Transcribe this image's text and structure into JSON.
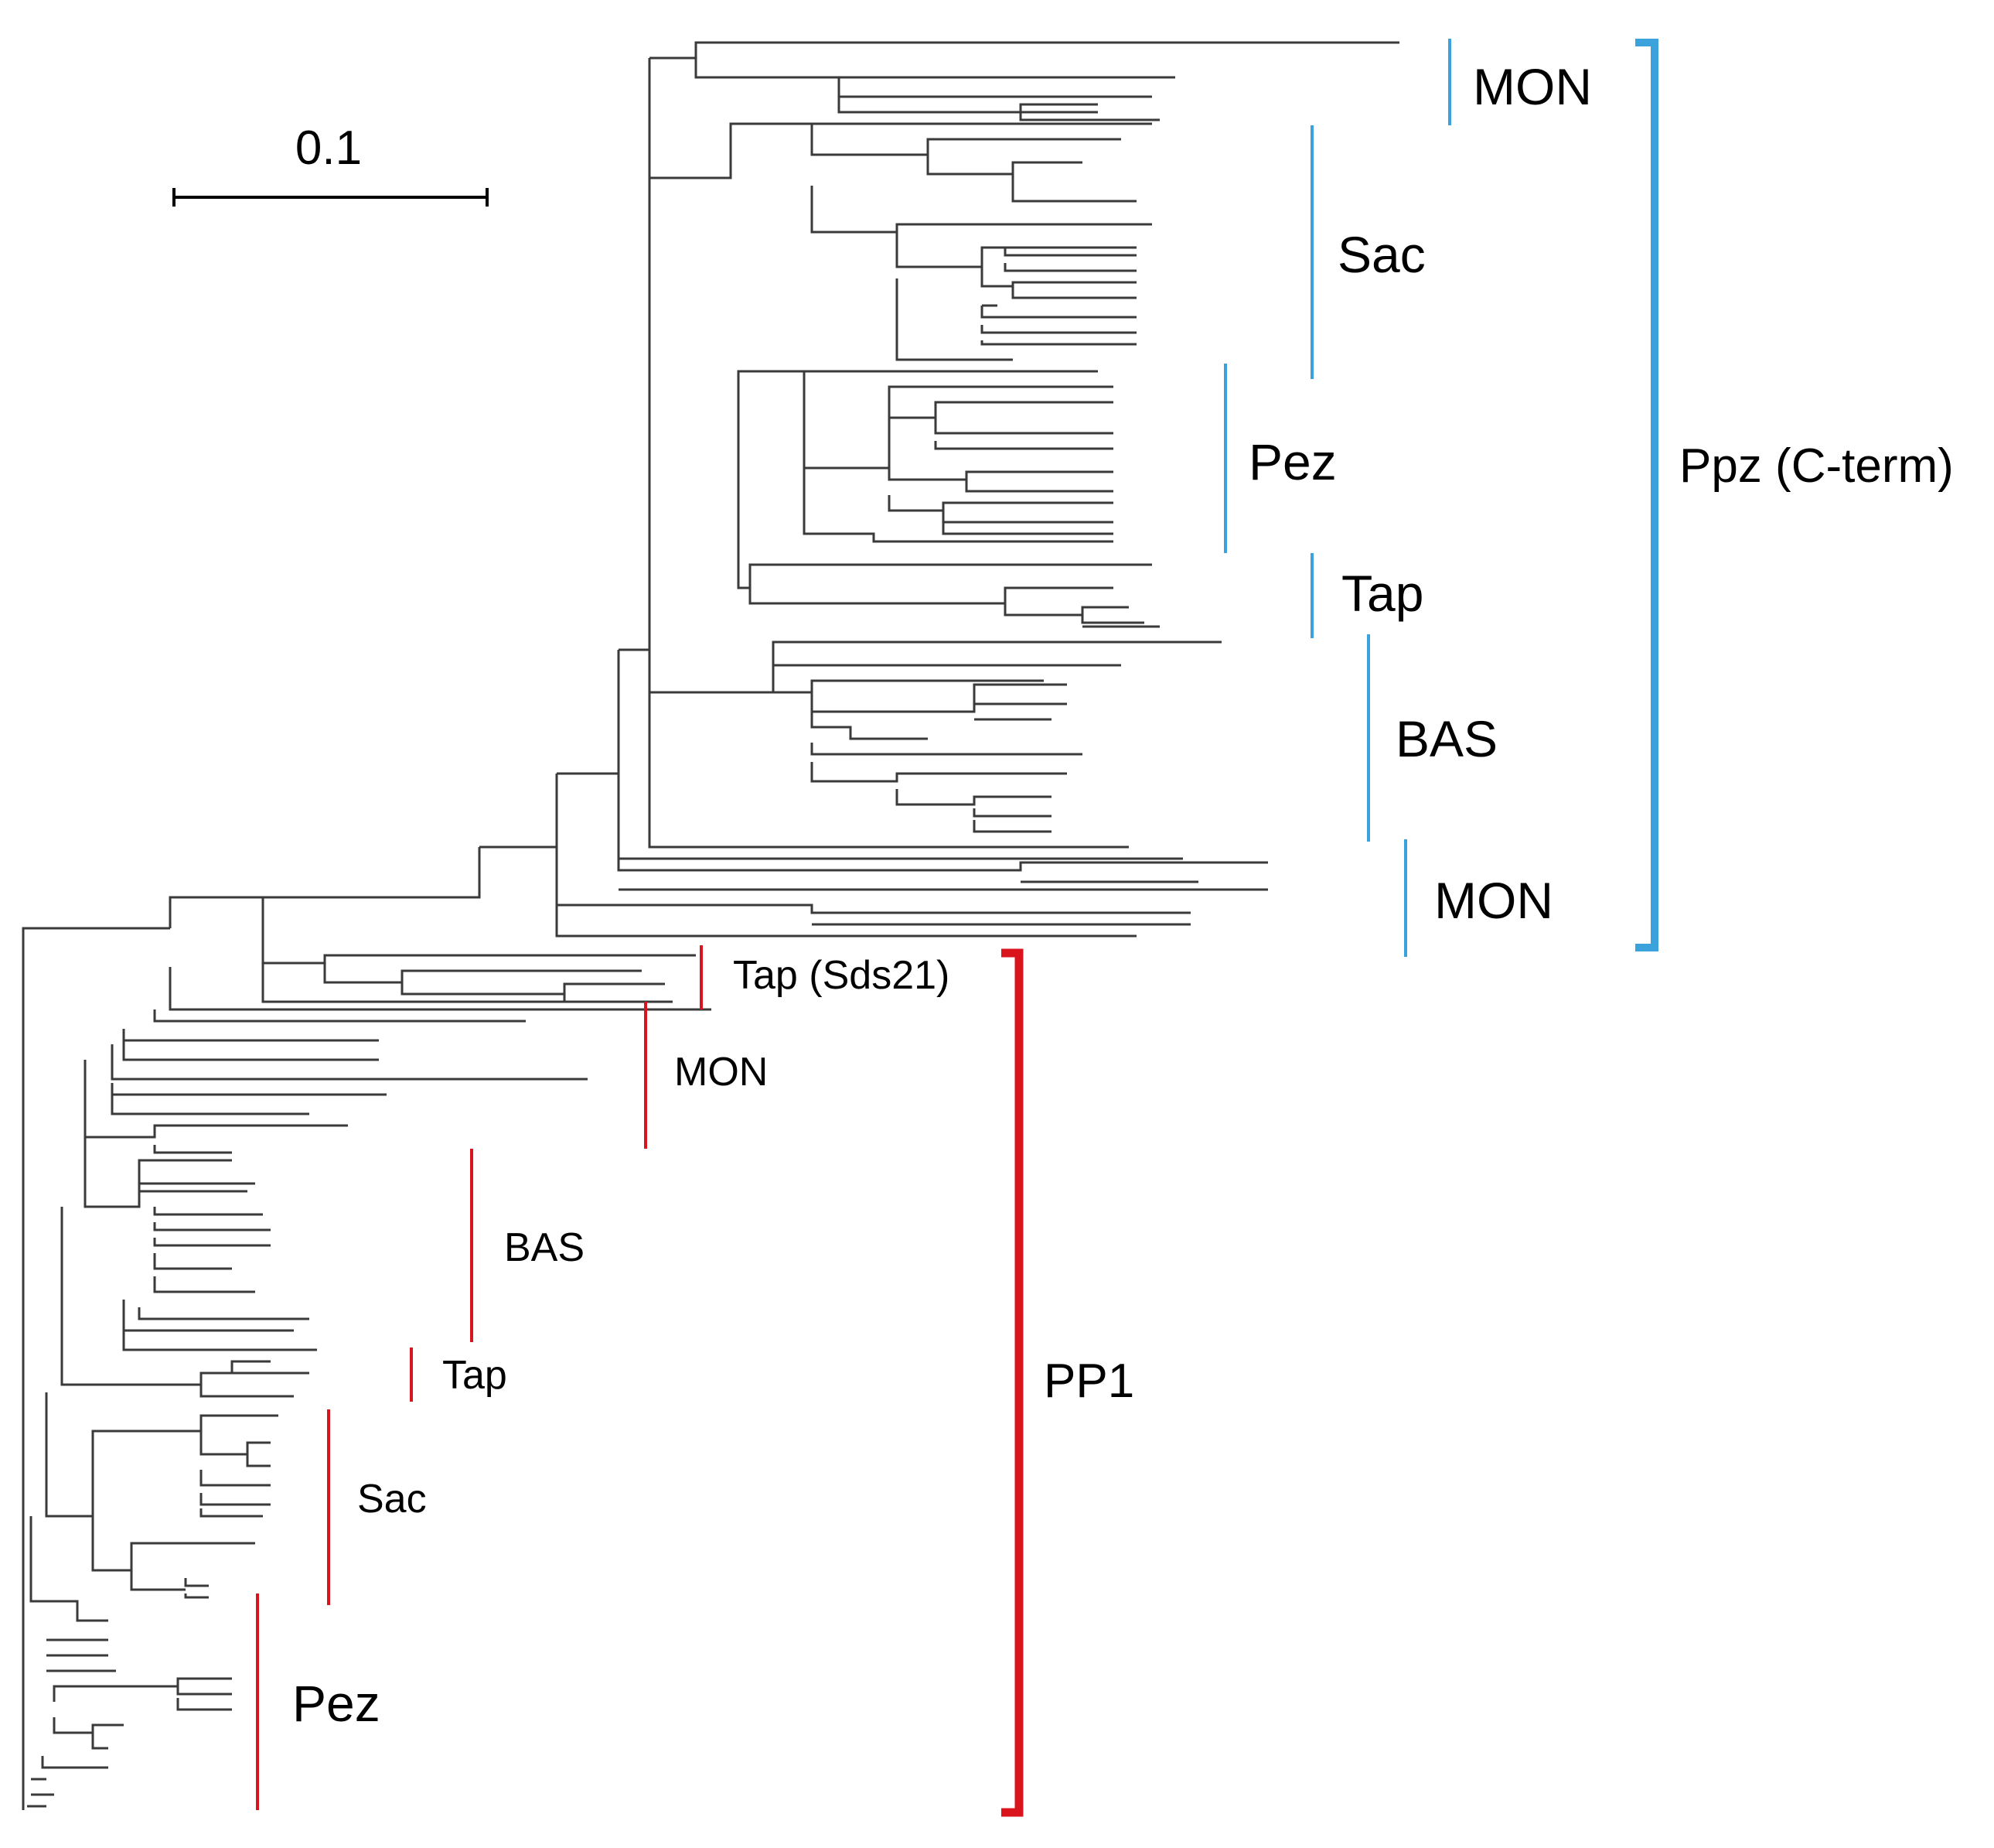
{
  "scale_bar": {
    "label": "0.1"
  },
  "colors": {
    "ppz": "#3BA2DC",
    "pp1": "#D9141C",
    "tree": "#3a3a3a"
  },
  "groups": {
    "ppz": {
      "label": "Ppz (C-term)",
      "clades": [
        {
          "label": "MON"
        },
        {
          "label": "Sac"
        },
        {
          "label": "Pez"
        },
        {
          "label": "Tap"
        },
        {
          "label": "BAS"
        },
        {
          "label": "MON"
        }
      ]
    },
    "pp1": {
      "label": "PP1",
      "clades": [
        {
          "label": "Tap (Sds21)"
        },
        {
          "label": "MON"
        },
        {
          "label": "BAS"
        },
        {
          "label": "Tap"
        },
        {
          "label": "Sac"
        },
        {
          "label": "Pez"
        }
      ]
    }
  }
}
